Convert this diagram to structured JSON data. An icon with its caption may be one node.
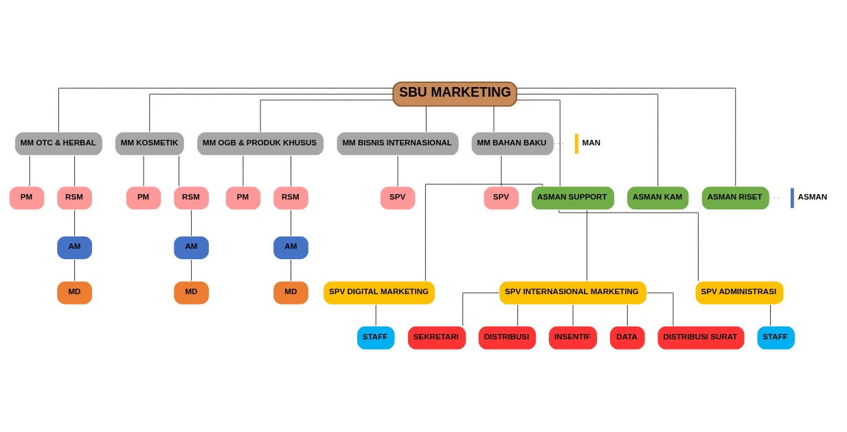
{
  "diagram": {
    "nodes": [
      {
        "text": [
          "SBU MARKETING"
        ]
      },
      {
        "text": [
          "MM OTC & HERBAL"
        ]
      },
      {
        "text": [
          "MM KOSMETIK"
        ]
      },
      {
        "text": [
          "MM OGB & PRODUK KHUSUS"
        ]
      },
      {
        "text": [
          "MM BISNIS INTERNASIONAL"
        ]
      },
      {
        "text": [
          "MM BAHAN BAKU"
        ]
      },
      {
        "text": [
          "MAN"
        ]
      },
      {
        "text": [
          "ASMAN SUPPORT"
        ]
      },
      {
        "text": [
          "ASMAN KAM"
        ]
      },
      {
        "text": [
          "ASMAN RISET"
        ]
      },
      {
        "text": [
          "ASMAN"
        ]
      },
      {
        "text": [
          "PM"
        ]
      },
      {
        "text": [
          "RSM"
        ]
      },
      {
        "text": [
          "PM"
        ]
      },
      {
        "text": [
          "RSM"
        ]
      },
      {
        "text": [
          "PM"
        ]
      },
      {
        "text": [
          "RSM"
        ]
      },
      {
        "text": [
          "SPV"
        ]
      },
      {
        "text": [
          "SPV"
        ]
      },
      {
        "text": [
          "AM"
        ]
      },
      {
        "text": [
          "AM"
        ]
      },
      {
        "text": [
          "AM"
        ]
      },
      {
        "text": [
          "SPV DIGITAL MARKETING"
        ]
      },
      {
        "text": [
          "SPV INTERNASIONAL MARKETING"
        ]
      },
      {
        "text": [
          "SPV ADMINISTRASI"
        ]
      },
      {
        "text": [
          "MD"
        ]
      },
      {
        "text": [
          "MD"
        ]
      },
      {
        "text": [
          "MD"
        ]
      },
      {
        "text": [
          "STAFF"
        ]
      },
      {
        "text": [
          "STAFF"
        ]
      },
      {
        "text": [
          "SEKRETARI"
        ]
      },
      {
        "text": [
          "DISTRIBUSI"
        ]
      },
      {
        "text": [
          "INSENTIF"
        ]
      },
      {
        "text": [
          "DATA"
        ]
      },
      {
        "text": [
          "DISTRIBUSI SURAT"
        ]
      }
    ],
    "edges": [
      {
        "from": 0,
        "to": 1,
        "arrow": "none"
      },
      {
        "from": 0,
        "to": 2,
        "arrow": "none"
      },
      {
        "from": 0,
        "to": 3,
        "arrow": "none"
      },
      {
        "from": 0,
        "to": 4,
        "arrow": "none"
      },
      {
        "from": 0,
        "to": 5,
        "arrow": "none"
      },
      {
        "from": 0,
        "to": 7,
        "arrow": "none"
      },
      {
        "from": 0,
        "to": 8,
        "arrow": "none"
      },
      {
        "from": 0,
        "to": 9,
        "arrow": "none"
      },
      {
        "from": 5,
        "to": 6,
        "arrow": "none",
        "style": "dashed"
      },
      {
        "from": 9,
        "to": 10,
        "arrow": "none",
        "style": "dashed"
      },
      {
        "from": 1,
        "to": 11,
        "arrow": "none"
      },
      {
        "from": 1,
        "to": 12,
        "arrow": "none"
      },
      {
        "from": 2,
        "to": 13,
        "arrow": "none"
      },
      {
        "from": 2,
        "to": 14,
        "arrow": "none"
      },
      {
        "from": 3,
        "to": 15,
        "arrow": "none"
      },
      {
        "from": 3,
        "to": 16,
        "arrow": "none"
      },
      {
        "from": 4,
        "to": 17,
        "arrow": "none"
      },
      {
        "from": 5,
        "to": 18,
        "arrow": "none"
      },
      {
        "from": 12,
        "to": 19,
        "arrow": "none"
      },
      {
        "from": 14,
        "to": 20,
        "arrow": "none"
      },
      {
        "from": 16,
        "to": 21,
        "arrow": "none"
      },
      {
        "from": 7,
        "to": 22,
        "arrow": "none"
      },
      {
        "from": 7,
        "to": 23,
        "arrow": "none"
      },
      {
        "from": 7,
        "to": 24,
        "arrow": "none"
      },
      {
        "from": 19,
        "to": 25,
        "arrow": "none"
      },
      {
        "from": 20,
        "to": 26,
        "arrow": "none"
      },
      {
        "from": 21,
        "to": 27,
        "arrow": "none"
      },
      {
        "from": 22,
        "to": 28,
        "arrow": "none"
      },
      {
        "from": 24,
        "to": 29,
        "arrow": "none"
      },
      {
        "from": 23,
        "to": 30,
        "arrow": "none"
      },
      {
        "from": 23,
        "to": 31,
        "arrow": "none"
      },
      {
        "from": 23,
        "to": 32,
        "arrow": "none"
      },
      {
        "from": 23,
        "to": 33,
        "arrow": "none"
      },
      {
        "from": 23,
        "to": 34,
        "arrow": "none"
      }
    ]
  }
}
